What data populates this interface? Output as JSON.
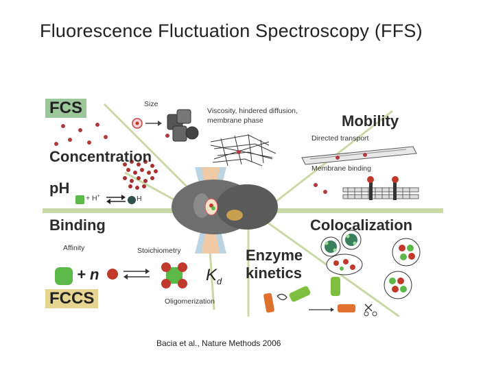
{
  "slide": {
    "title": "Fluorescence Fluctuation Spectroscopy (FFS)",
    "citation": "Bacia et al., Nature Methods 2006"
  },
  "figure": {
    "fcs_label": "FCS",
    "fccs_label": "FCCS",
    "concentration": "Concentration",
    "ph": "pH",
    "ph_reaction_plus": "+ H",
    "ph_reaction_sup": "+",
    "ph_reaction_product": "H",
    "binding": "Binding",
    "affinity": "Affinity",
    "binding_equation": "+ n",
    "stoichiometry": "Stoichiometry",
    "kd_main": "K",
    "kd_sub": "d",
    "oligomerization": "Oligomerization",
    "size": "Size",
    "viscosity_line1": "Viscosity, hindered diffusion,",
    "viscosity_line2": "membrane phase",
    "mobility": "Mobility",
    "directed_transport": "Directed transport",
    "membrane_binding": "Membrane binding",
    "colocalization": "Colocalization",
    "enzyme_line1": "Enzyme",
    "enzyme_line2": "kinetics",
    "colors": {
      "fcs_box": "#9cc79a",
      "fccs_box": "#e5d492",
      "divider": "#c8d9a6",
      "red_particle": "#c0392b",
      "green_particle": "#5cb848",
      "cell": "#6e6e6e",
      "laser": "#f2c9a0",
      "detector_blue": "#8fb8cf"
    }
  }
}
